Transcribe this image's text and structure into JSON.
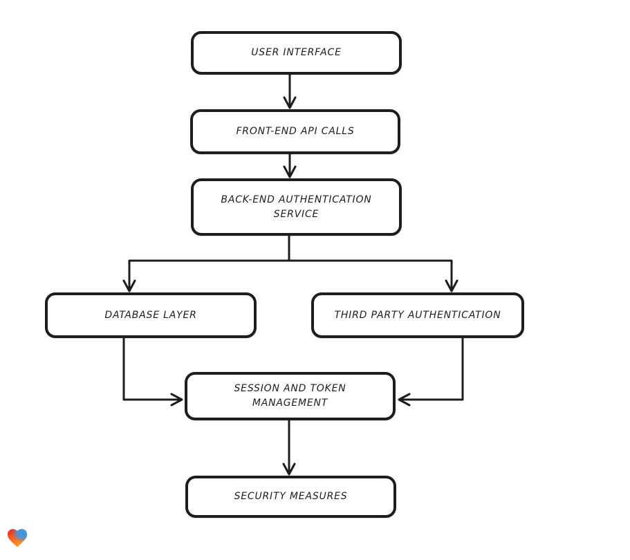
{
  "diagram": {
    "type": "flowchart",
    "style": "hand-drawn-sketch",
    "background_color": "#ffffff",
    "stroke_color": "#1d1d1d",
    "nodes": [
      {
        "id": "user-interface",
        "label": "USER INTERFACE"
      },
      {
        "id": "front-end-api-calls",
        "label": "FRONT-END API CALLS"
      },
      {
        "id": "back-end-authentication-service",
        "label": "BACK-END AUTHENTICATION SERVICE"
      },
      {
        "id": "database-layer",
        "label": "DATABASE LAYER"
      },
      {
        "id": "third-party-authentication",
        "label": "THIRD PARTY AUTHENTICATION"
      },
      {
        "id": "session-and-token-management",
        "label": "SESSION AND TOKEN MANAGEMENT"
      },
      {
        "id": "security-measures",
        "label": "SECURITY MEASURES"
      }
    ],
    "edges": [
      {
        "from": "user-interface",
        "to": "front-end-api-calls"
      },
      {
        "from": "front-end-api-calls",
        "to": "back-end-authentication-service"
      },
      {
        "from": "back-end-authentication-service",
        "to": "database-layer"
      },
      {
        "from": "back-end-authentication-service",
        "to": "third-party-authentication"
      },
      {
        "from": "database-layer",
        "to": "session-and-token-management"
      },
      {
        "from": "third-party-authentication",
        "to": "session-and-token-management"
      },
      {
        "from": "session-and-token-management",
        "to": "security-measures"
      }
    ]
  },
  "branding": {
    "logo_name": "lovable-heart-logo",
    "logo_colors": {
      "red": "#ff3d2e",
      "blue": "#2e9bf0",
      "orange": "#ff9b26"
    }
  }
}
